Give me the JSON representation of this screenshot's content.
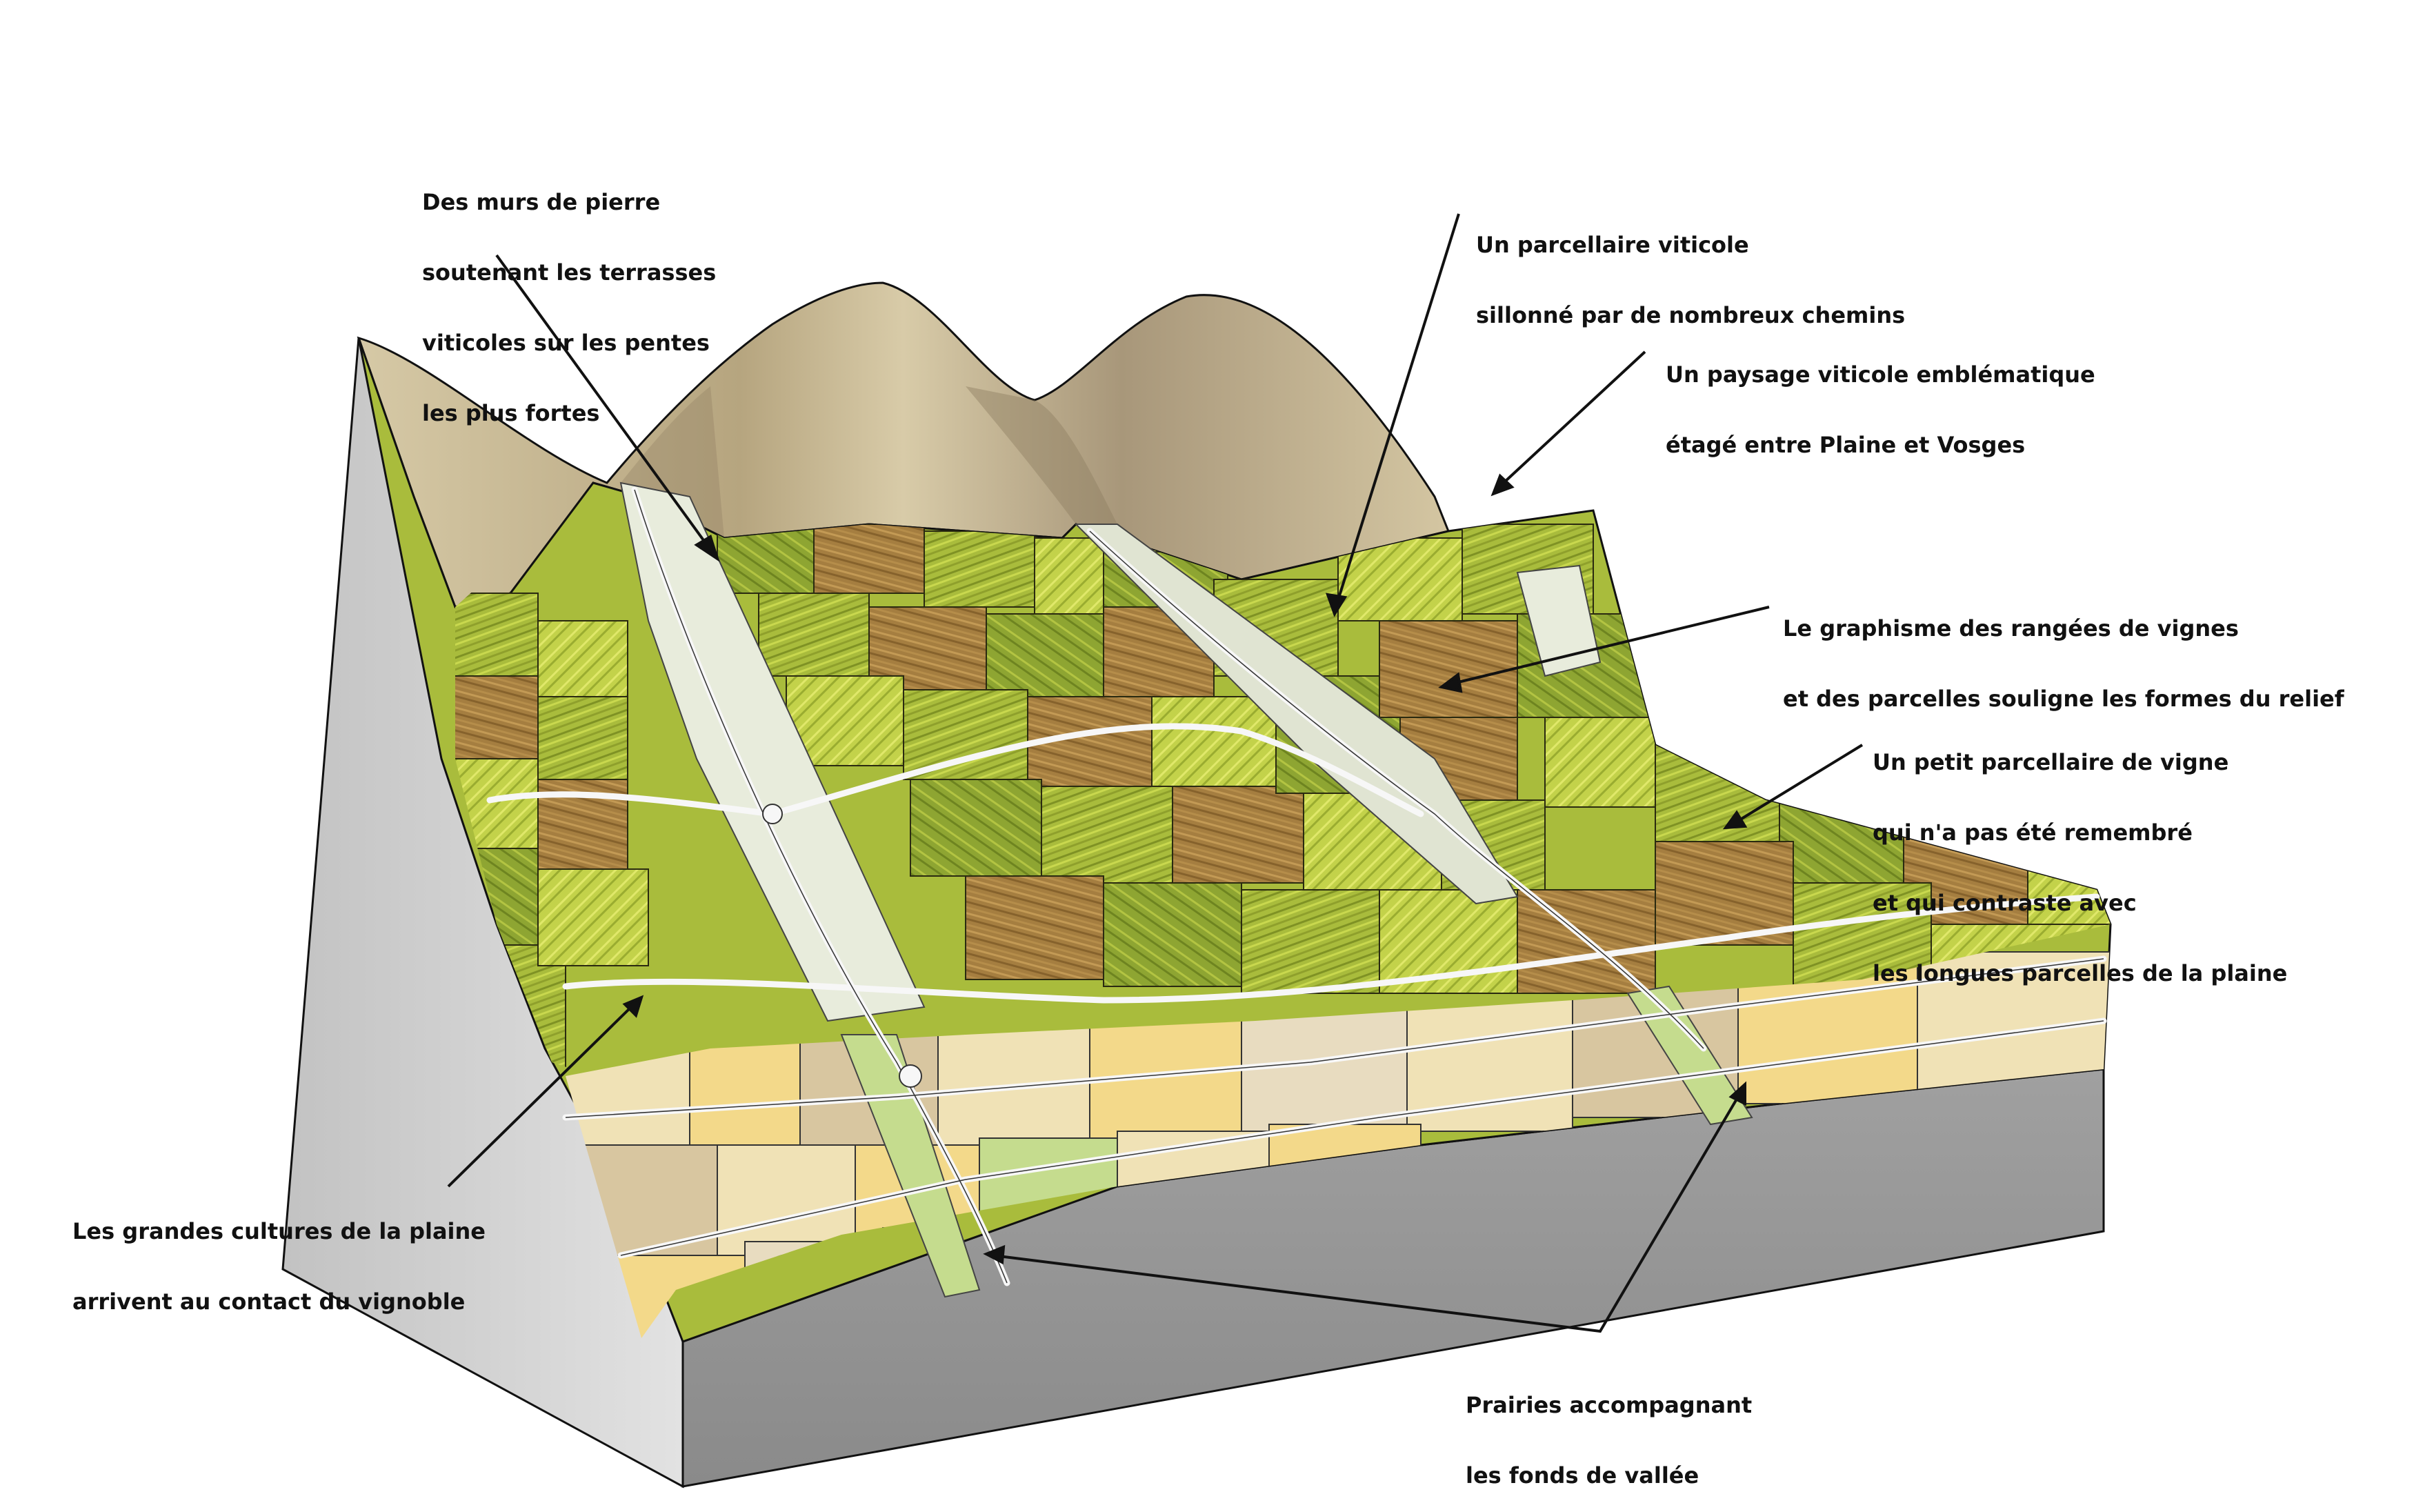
{
  "colors": {
    "mountain": "#d2c4a0",
    "mountain_shadow": "#9c8d6c",
    "block_side": "#9a9a9a",
    "block_left_side": "#c4c4c4",
    "vine_green": "#a4b83a",
    "vine_light": "#c9d64a",
    "vine_brown": "#a07a3c",
    "plain_cream": "#f0e2b6",
    "plain_yellow": "#f3d98a",
    "plain_tan": "#d8c6a0",
    "meadow": "#c5dc8e",
    "village": "#e8ecdc",
    "road": "#f4f4f4",
    "leader": "#111111"
  },
  "annotations": {
    "stone_walls": [
      "Des murs de pierre",
      "soutenant les terrasses",
      "viticoles sur les pentes",
      "les plus fortes"
    ],
    "vine_parcels_paths": [
      "Un parcellaire viticole",
      "sillonné par de nombreux chemins"
    ],
    "emblematic_landscape": [
      "Un paysage viticole emblématique",
      "étagé entre Plaine et Vosges"
    ],
    "vine_rows_graphics": [
      "Le graphisme des rangées de vignes",
      "et des parcelles souligne les formes du relief"
    ],
    "small_parcels": [
      "Un petit parcellaire de vigne",
      "qui n'a pas été remembré",
      "et qui contraste avec",
      "les longues parcelles de la plaine"
    ],
    "field_crops": [
      "Les grandes cultures de la plaine",
      "arrivent au contact du vignoble"
    ],
    "meadows": [
      "Prairies accompagnant",
      "les fonds de vallée"
    ]
  }
}
